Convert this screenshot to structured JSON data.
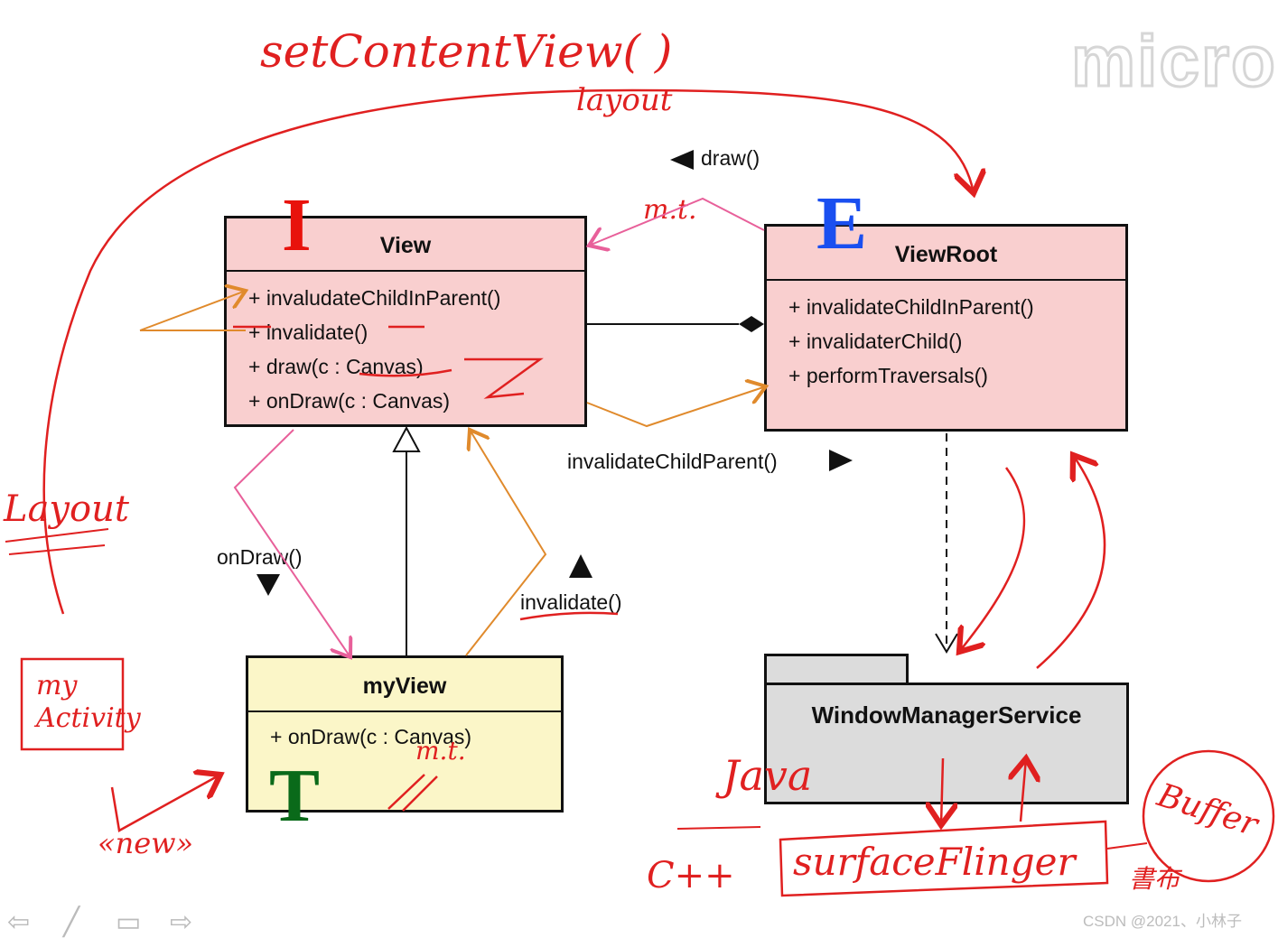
{
  "classes": {
    "view": {
      "name": "View",
      "badge": "I",
      "methods": [
        "+ invaludateChildInParent()",
        "+ invalidate()",
        "+ draw(c : Canvas)",
        "+ onDraw(c : Canvas)"
      ]
    },
    "viewroot": {
      "name": "ViewRoot",
      "badge": "E",
      "methods": [
        "+ invalidateChildInParent()",
        "+ invalidaterChild()",
        "+ performTraversals()"
      ]
    },
    "myview": {
      "name": "myView",
      "badge": "T",
      "methods": [
        "+ onDraw(c : Canvas)"
      ]
    }
  },
  "package": {
    "name": "WindowManagerService"
  },
  "labels": {
    "draw": "draw()",
    "invalidate_child_parent": "invalidateChildParent()",
    "on_draw": "onDraw()",
    "invalidate": "invalidate()"
  },
  "handwriting": {
    "set_content_view": "setContentView(   )",
    "layout_top": "layout",
    "layout_left": "Layout",
    "mt_top": "m.t.",
    "mt_bottom": "m.t.",
    "my_activity": "my Activity",
    "new": "«new»",
    "java": "Java",
    "cpp": "C++",
    "surface_flinger": "surfaceFlinger",
    "buffer": "Buffer",
    "buffer_note": "書布"
  },
  "watermark": "CSDN @2021、小林子",
  "logo": "micro",
  "colors": {
    "view_fill": "#f9cfcf",
    "myview_fill": "#fbf6c8",
    "package_fill": "#dcdcdc",
    "annotation_red": "#e02020",
    "arrow_pink": "#e8609a",
    "arrow_orange": "#e08a2c",
    "badge_I": "#e8120c",
    "badge_E": "#1a4ff0",
    "badge_T": "#0a6a1a"
  }
}
